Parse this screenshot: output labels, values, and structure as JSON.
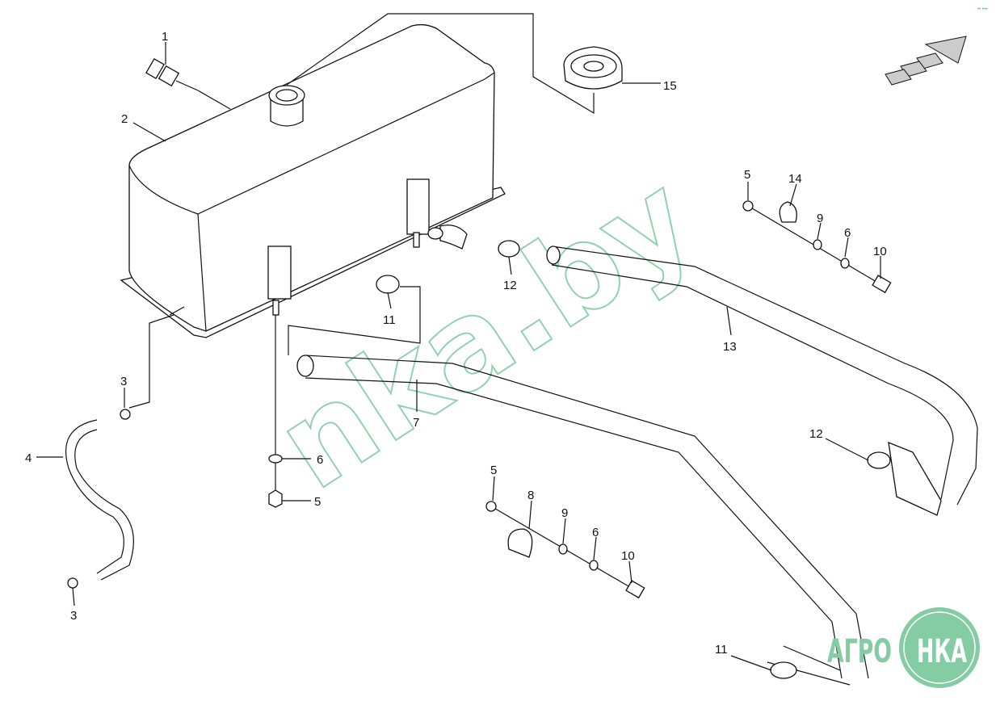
{
  "diagram": {
    "callouts": [
      "1",
      "2",
      "15",
      "5",
      "14",
      "9",
      "6",
      "10",
      "12",
      "11",
      "13",
      "3",
      "4",
      "7",
      "6",
      "5",
      "12",
      "5",
      "8",
      "9",
      "6",
      "10",
      "3",
      "11"
    ]
  },
  "watermark": "nka.by",
  "logo": {
    "left": "АГРО",
    "right": "НКА",
    "color": "#84cca3"
  },
  "corner_mark": "•• •••"
}
